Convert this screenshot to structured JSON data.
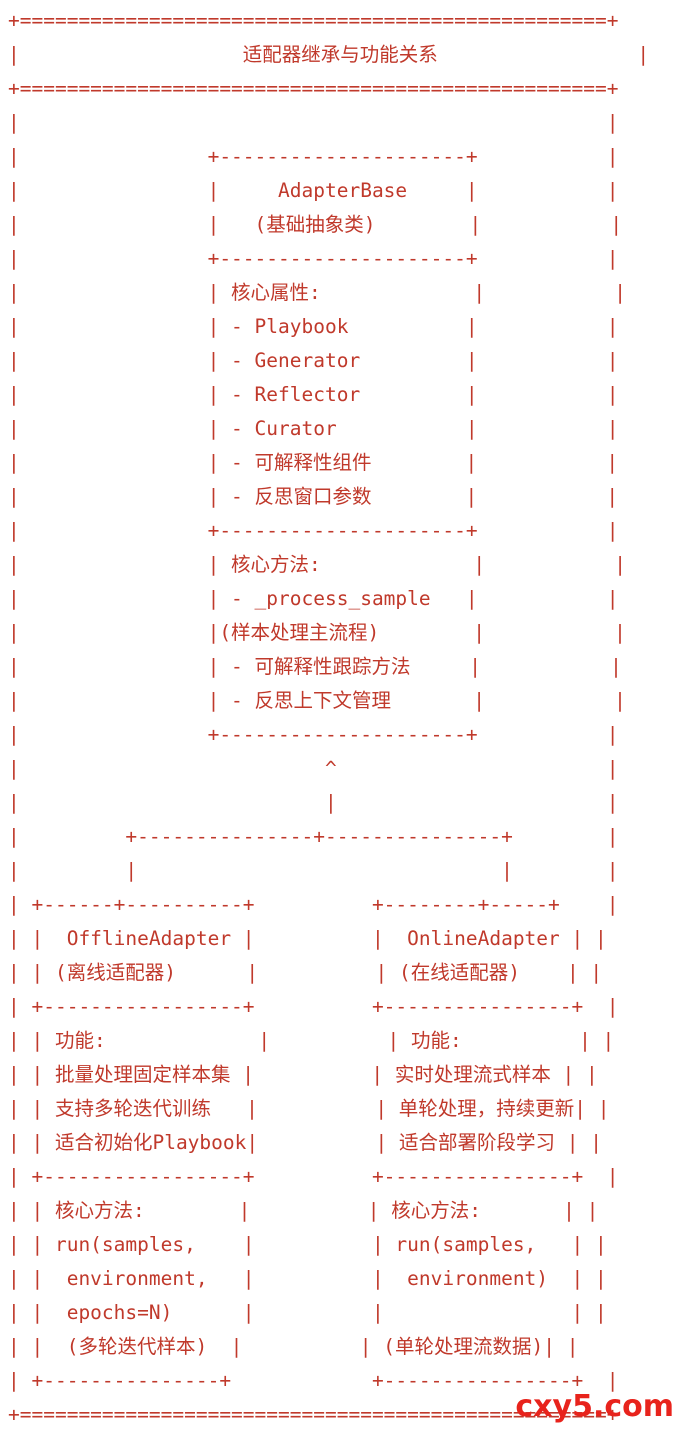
{
  "diagram": {
    "lines": [
      "+==================================================+",
      "|                   适配器继承与功能关系                 |",
      "+==================================================+",
      "|                                                  |",
      "|                +---------------------+           |",
      "|                |     AdapterBase     |           |",
      "|                |   (基础抽象类)        |           |",
      "|                +---------------------+           |",
      "|                | 核心属性:             |           |",
      "|                | - Playbook          |           |",
      "|                | - Generator         |           |",
      "|                | - Reflector         |           |",
      "|                | - Curator           |           |",
      "|                | - 可解释性组件        |           |",
      "|                | - 反思窗口参数        |           |",
      "|                +---------------------+           |",
      "|                | 核心方法:             |           |",
      "|                | - _process_sample   |           |",
      "|                |(样本处理主流程)        |           |",
      "|                | - 可解释性跟踪方法     |           |",
      "|                | - 反思上下文管理       |           |",
      "|                +---------------------+           |",
      "|                          ^                       |",
      "|                          |                       |",
      "|         +---------------+---------------+        |",
      "|         |                               |        |",
      "| +------+----------+          +--------+-----+    |",
      "| |  OfflineAdapter |          |  OnlineAdapter | |",
      "| | (离线适配器)      |          | (在线适配器)    | |",
      "| +-----------------+          +----------------+  |",
      "| | 功能:             |          | 功能:          | |",
      "| | 批量处理固定样本集 |          | 实时处理流式样本 | |",
      "| | 支持多轮迭代训练   |          | 单轮处理，持续更新| |",
      "| | 适合初始化Playbook|          | 适合部署阶段学习 | |",
      "| +-----------------+          +----------------+  |",
      "| | 核心方法:        |          | 核心方法:       | |",
      "| | run(samples,    |          | run(samples,   | |",
      "| |  environment,   |          |  environment)  | |",
      "| |  epochs=N)      |          |                | |",
      "| |  (多轮迭代样本)  |          | (单轮处理流数据)| |",
      "| +---------------+            +----------------+  |",
      "+==================================================+"
    ]
  },
  "watermark": "cxy5.com"
}
